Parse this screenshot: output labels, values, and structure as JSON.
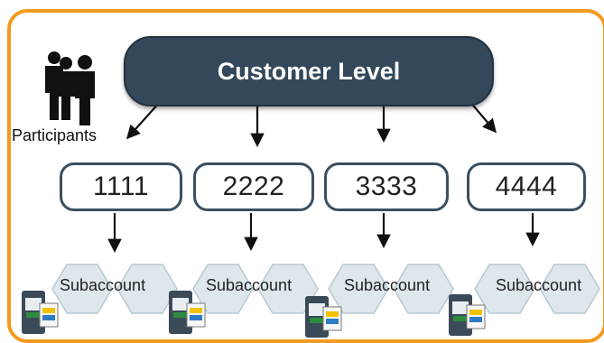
{
  "title": "Customer Level",
  "participants_label": "Participants",
  "accounts": [
    "1111",
    "2222",
    "3333",
    "4444"
  ],
  "subaccount_label": "Subaccount",
  "colors": {
    "frame": "#f39a1f",
    "banner": "#33485a",
    "account_border": "#3b4f5f",
    "hexagon_fill": "#dde7ec",
    "hexagon_stroke": "#b8c9d2"
  },
  "icons": [
    "people-icon",
    "device-icon"
  ]
}
